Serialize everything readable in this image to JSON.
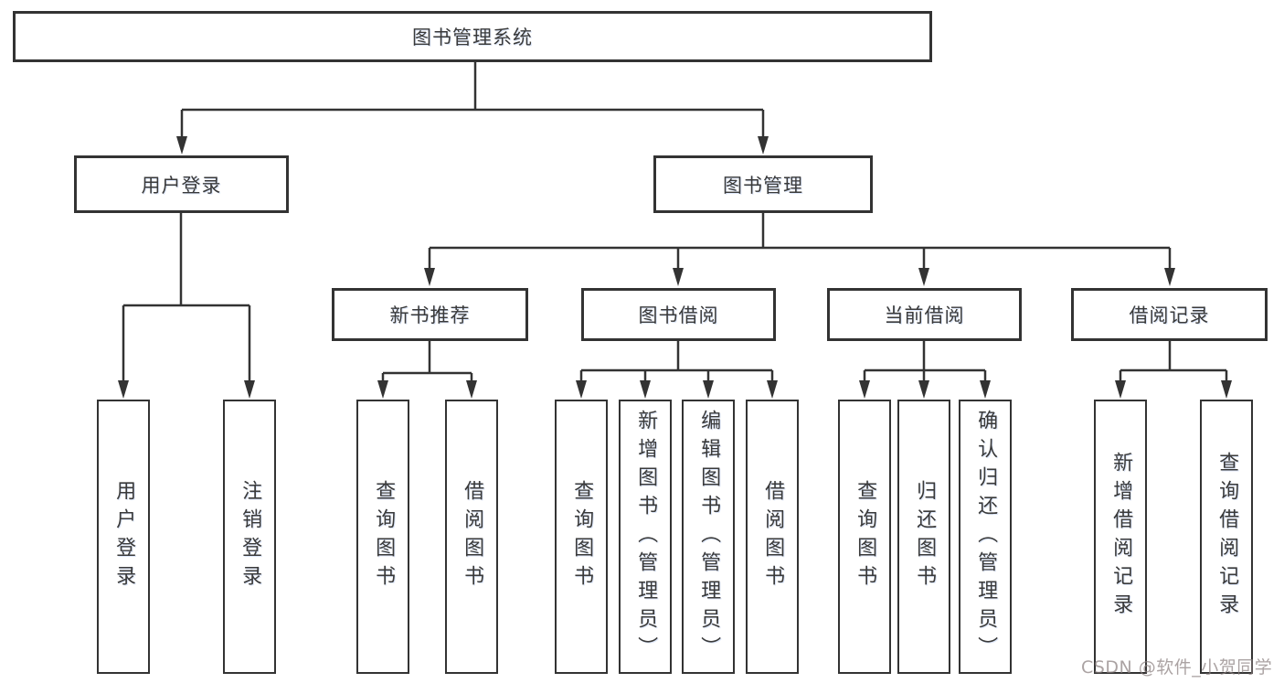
{
  "diagram": {
    "root": "图书管理系统",
    "branches": [
      {
        "label": "用户登录",
        "leaves": [
          "用户登录",
          "注销登录"
        ]
      },
      {
        "label": "图书管理",
        "groups": [
          {
            "label": "新书推荐",
            "leaves": [
              "查询图书",
              "借阅图书"
            ]
          },
          {
            "label": "图书借阅",
            "leaves": [
              "查询图书",
              "新增图书（管理员）",
              "编辑图书（管理员）",
              "借阅图书"
            ]
          },
          {
            "label": "当前借阅",
            "leaves": [
              "查询图书",
              "归还图书",
              "确认归还（管理员）"
            ]
          },
          {
            "label": "借阅记录",
            "leaves": [
              "新增借阅记录",
              "查询借阅记录"
            ]
          }
        ]
      }
    ]
  },
  "colors": {
    "line": "#333333",
    "text": "#3a3a3a",
    "background": "#ffffff"
  },
  "watermark": "CSDN @软件_小贺同学"
}
